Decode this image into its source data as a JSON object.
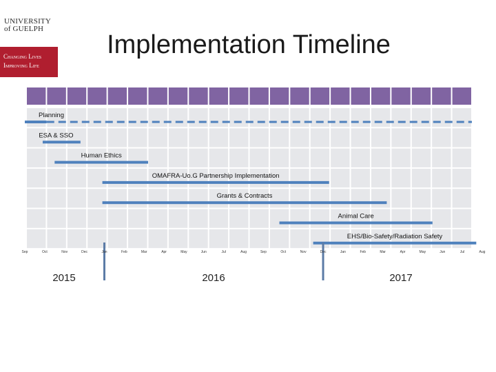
{
  "logo": {
    "university_line1": "UNIVERSITY",
    "university_line2": "of GUELPH",
    "tagline_line1": "Changing Lives",
    "tagline_line2": "Improving Life"
  },
  "title": "Implementation Timeline",
  "colors": {
    "header_cell": "#8064a2",
    "grid_band": "#e6e7ea",
    "bar": "#4f81bd",
    "year_divider": "#5b7ba6",
    "logo_red": "#b01e2f"
  },
  "months": [
    "Sep",
    "Oct",
    "Nov",
    "Dec",
    "Jan",
    "Feb",
    "Mar",
    "Apr",
    "May",
    "Jun",
    "Jul",
    "Aug",
    "Sep",
    "Oct",
    "Nov",
    "Dec",
    "Jan",
    "Feb",
    "Mar",
    "Apr",
    "May",
    "Jun",
    "Jul",
    "Aug"
  ],
  "years": [
    "2015",
    "2016",
    "2017"
  ],
  "tasks": [
    {
      "name": "Planning",
      "start": 0,
      "end": 1.1,
      "ongoing": true
    },
    {
      "name": "ESA & SSO",
      "start": 0.9,
      "end": 2.8,
      "ongoing": false
    },
    {
      "name": "Human Ethics",
      "start": 1.5,
      "end": 6.2,
      "ongoing": false
    },
    {
      "name": "OMAFRA-Uo.G Partnership Implementation",
      "start": 3.9,
      "end": 15.3,
      "ongoing": false
    },
    {
      "name": "Grants & Contracts",
      "start": 3.9,
      "end": 18.2,
      "ongoing": false
    },
    {
      "name": "Animal Care",
      "start": 12.8,
      "end": 20.5,
      "ongoing": false
    },
    {
      "name": "EHS/Bio-Safety/Radiation Safety",
      "start": 14.5,
      "end": 22.7,
      "ongoing": false
    }
  ]
}
